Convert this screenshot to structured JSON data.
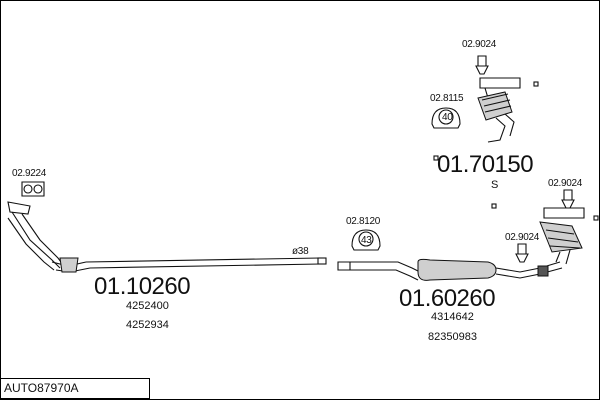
{
  "labels": {
    "clamp_top": "02.9024",
    "clamp_upper_small": "02.8115",
    "clamp_upper_small_mark": "40",
    "upper_part_number": "01.70150",
    "upper_part_suffix": "S",
    "clamp_right": "02.9024",
    "clamp_right_lower": "02.9024",
    "clamp_left": "02.9224",
    "clamp_mid": "02.8120",
    "clamp_mid_mark": "43",
    "pipe_diameter": "ø38",
    "front_part_number": "01.10260",
    "front_ref_1": "4252400",
    "front_ref_2": "4252934",
    "middle_part_number": "01.60260",
    "middle_ref_1": "4314642",
    "middle_ref_2": "82350983"
  },
  "model": "AUTO87970A"
}
